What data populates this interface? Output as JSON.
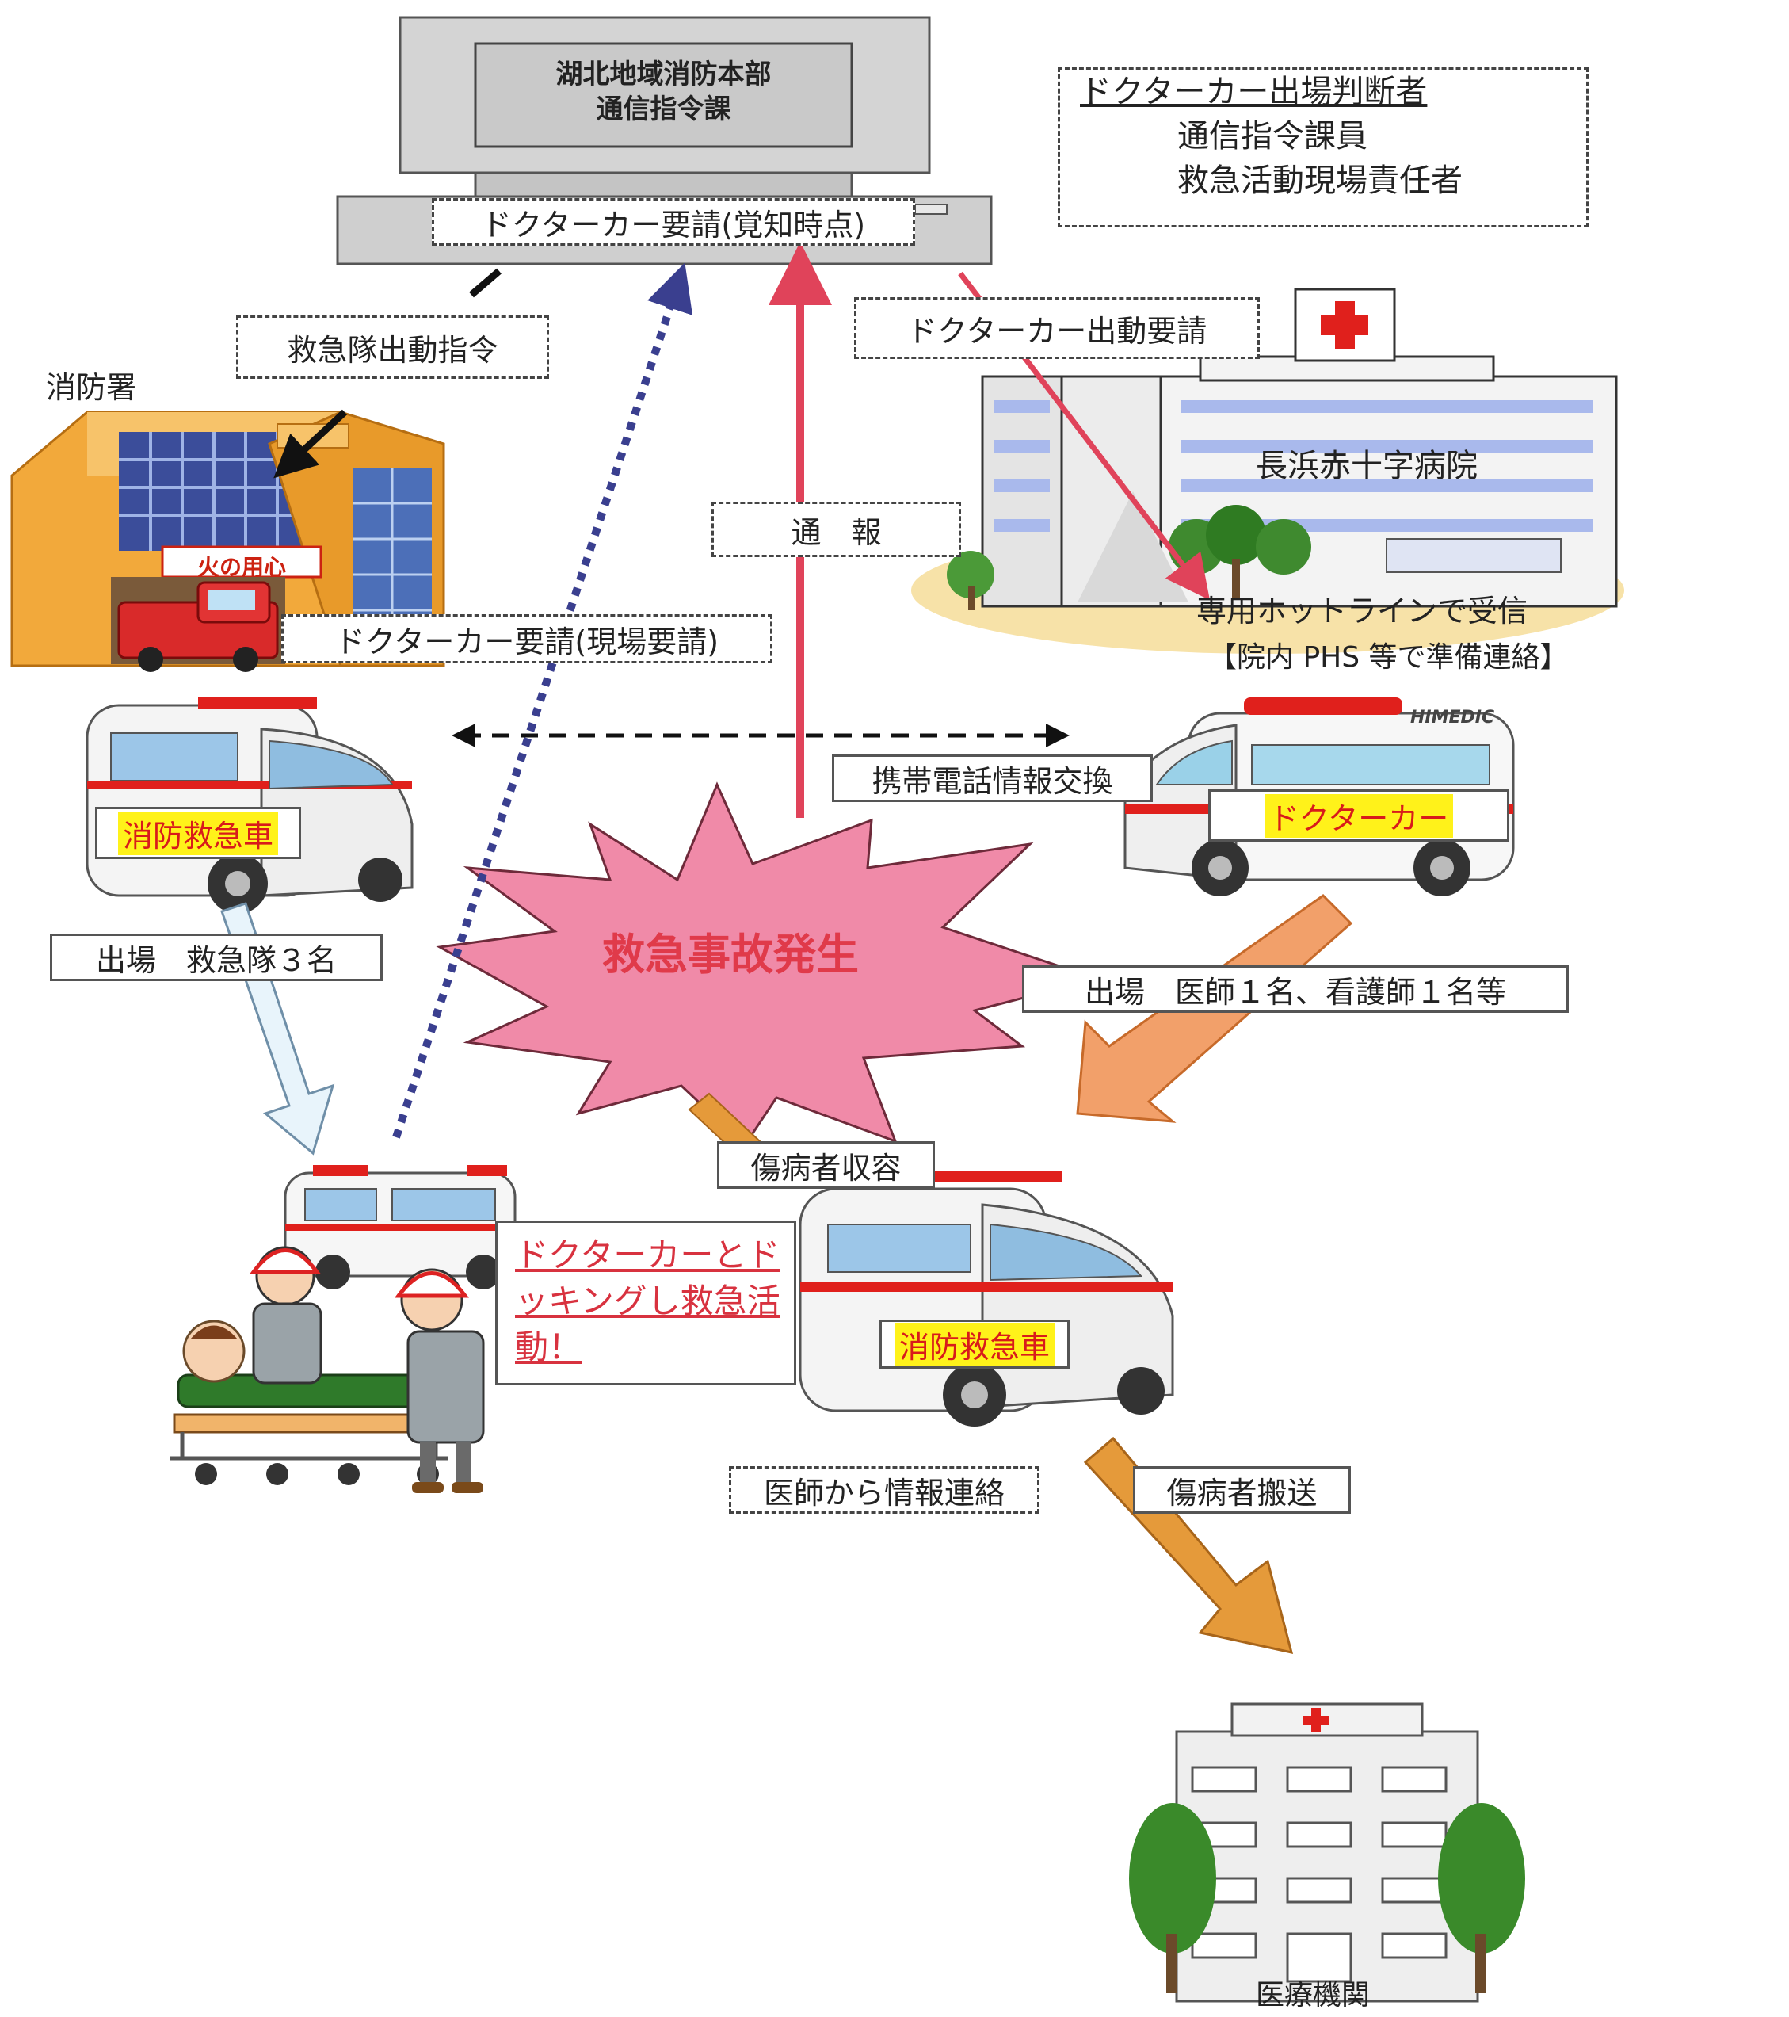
{
  "hq": {
    "line1": "湖北地域消防本部",
    "line2": "通信指令課",
    "request_at_notice": "ドクターカー要請(覚知時点)"
  },
  "decision_box": {
    "title": "ドクターカー出場判断者",
    "line1": "通信指令課員",
    "line2": "救急活動現場責任者"
  },
  "fire_station": {
    "label": "消防署",
    "sign": "火の用心"
  },
  "labels": {
    "ems_dispatch_order": "救急隊出動指令",
    "doctor_car_dispatch_request": "ドクターカー出動要請",
    "report": "通　報",
    "onsite_request": "ドクターカー要請(現場要請)",
    "hotline": "専用ホットラインで受信",
    "hotline_note": "【院内 PHS 等で準備連絡】",
    "phone_exchange": "携帯電話情報交換",
    "ems_dispatch": "出場　救急隊３名",
    "doctor_dispatch": "出場　医師１名、看護師１名等",
    "incident": "救急事故発生",
    "patient_loading": "傷病者収容",
    "docking_line1": "ドクターカーとド",
    "docking_line2": "ッキングし救急活",
    "docking_line3": "動！",
    "doctor_info": "医師から情報連絡",
    "patient_transport": "傷病者搬送"
  },
  "hospital": {
    "name": "長浜赤十字病院"
  },
  "vehicles": {
    "fire_ambulance_1": "消防救急車",
    "doctor_car": "ドクターカー",
    "doctor_car_brand": "HIMEDIC",
    "fire_ambulance_2": "消防救急車"
  },
  "medical_facility": {
    "label": "医療機関"
  },
  "colors": {
    "red_arrow": "#e0435a",
    "navy_dotted": "#3a3f8f",
    "orange_arrow": "#f2a06a",
    "dark_orange_arrow": "#e59a3a",
    "pale_blue_arrow": "#e8f4fb",
    "burst_pink": "#f08aa8",
    "burst_text": "#e03a4a",
    "highlight": "#fff21a"
  }
}
